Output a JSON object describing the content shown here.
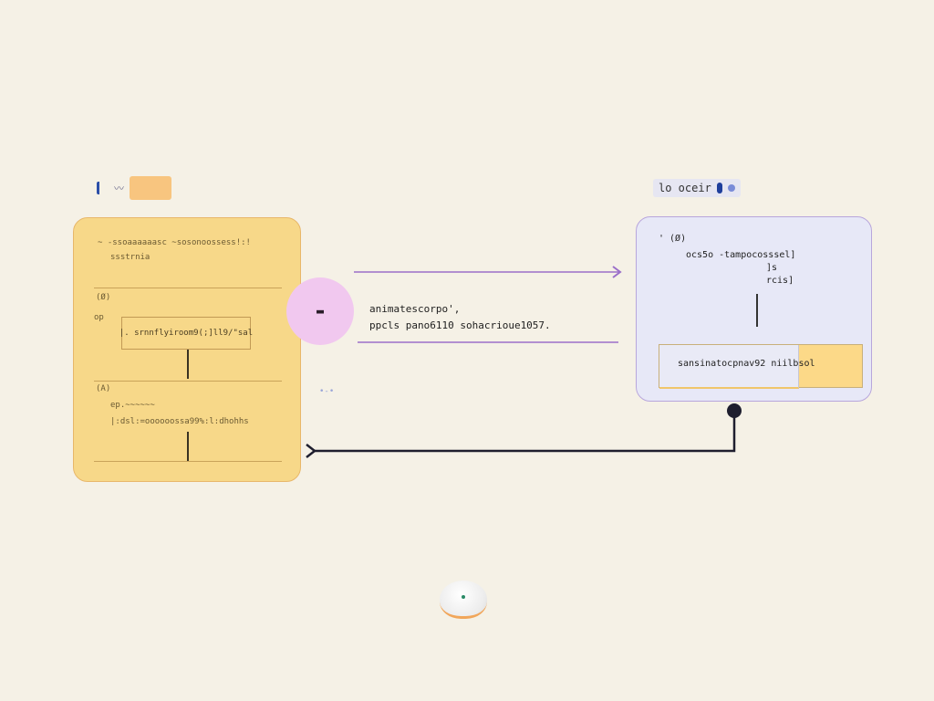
{
  "left_panel": {
    "header_text": "~ -ssoaaaaaasc ~sosonoossess!:!",
    "subtitle": "ssstrnia",
    "section_a": "(Ø)",
    "section_a_note": "op",
    "box_label": "|. srnnflyiroom9(;]ll9/\"sal",
    "section_b": "(A)",
    "section_b_sub": "ep.~~~~~~",
    "section_b_line": "|:dsl:=oooooossa99%:l:dhohhs"
  },
  "center": {
    "circle_symbol": "-",
    "code_line_1": "animatescorpo',",
    "code_line_2": "ppcls pano6110 sohacrioue1057.",
    "small_dots": "•-•"
  },
  "right_header": {
    "label": "lo oceir"
  },
  "right_panel": {
    "line_1": "' (Ø)",
    "line_2": "ocs5o -tampocosssel]",
    "line_3": "]s",
    "line_4": "rcis]",
    "box_text": "sansinatocpnav92 niilbsol"
  },
  "colors": {
    "background": "#f5f1e6",
    "left_panel_fill": "#f7d889",
    "right_panel_fill": "#e7e8f7",
    "accent_purple": "#9b6fc9",
    "circle_fill": "#f1c8ef",
    "arrow_dark": "#1e1e2e"
  }
}
